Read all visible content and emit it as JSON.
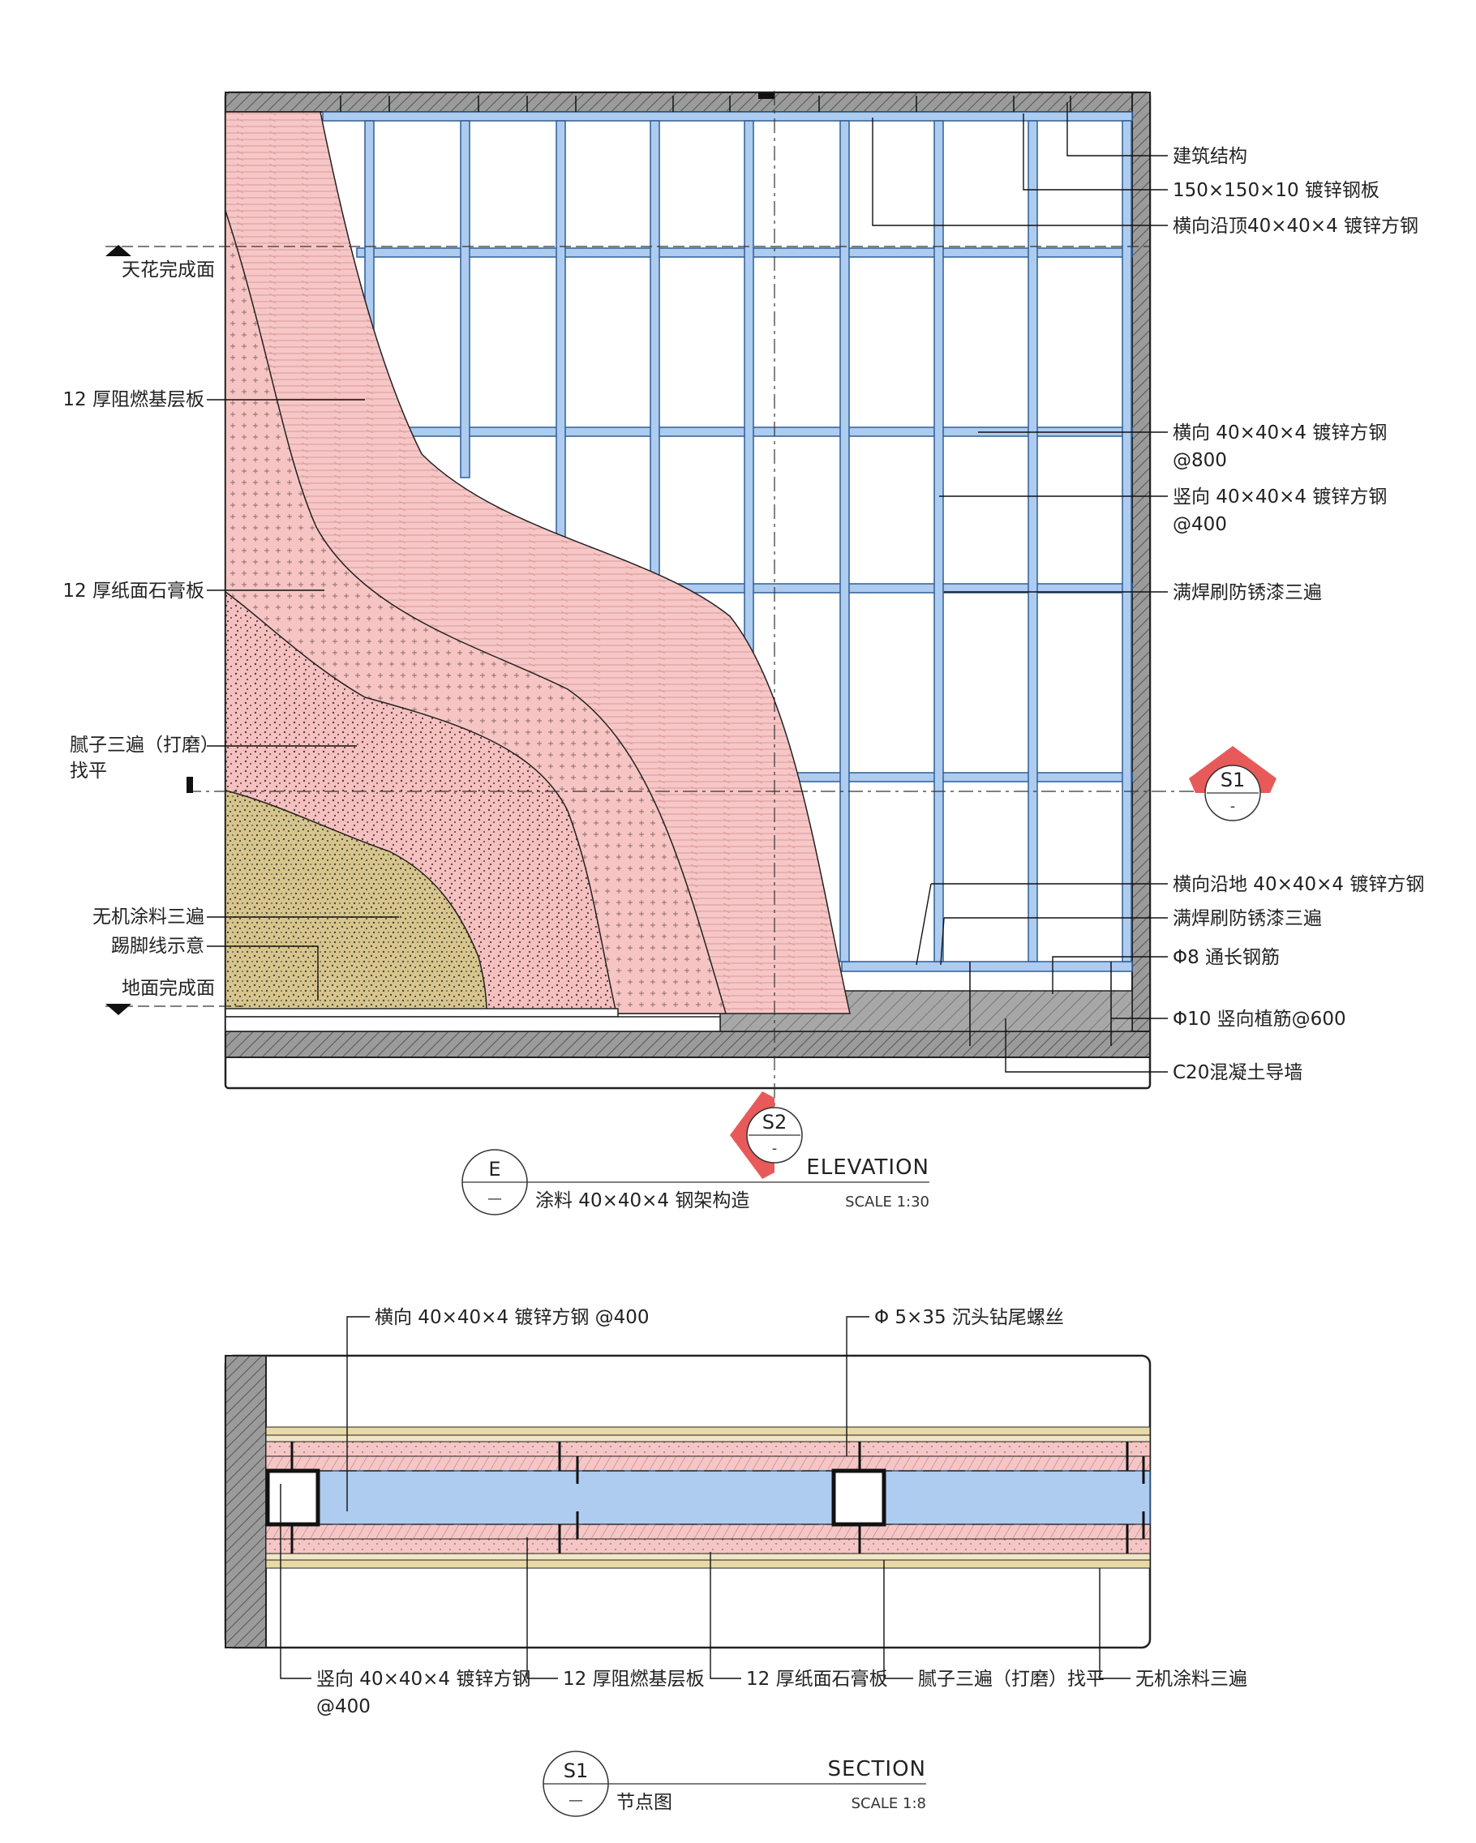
{
  "elevation": {
    "labels_right": {
      "structure": "建筑结构",
      "steel_plate": "150×150×10  镀锌钢板",
      "top_track": "横向沿顶40×40×4 镀锌方钢",
      "horizontal_steel": "横向 40×40×4 镀锌方钢",
      "horizontal_spacing": "@800",
      "vertical_steel": "竖向 40×40×4 镀锌方钢",
      "vertical_spacing": "@400",
      "welding": "满焊刷防锈漆三遍",
      "bottom_track": "横向沿地 40×40×4 镀锌方钢",
      "welding_bottom": "满焊刷防锈漆三遍",
      "rebar": "Φ8 通长钢筋",
      "anchor_rebar": "Φ10 竖向植筋@600",
      "concrete_wall": "C20混凝土导墙"
    },
    "labels_left": {
      "ceiling_finish": "天花完成面",
      "fire_board": "12 厚阻燃基层板",
      "gypsum_board": "12 厚纸面石膏板",
      "putty_line1": "腻子三遍（打磨）",
      "putty_line2": "找平",
      "paint": "无机涂料三遍",
      "skirting": "踢脚线示意",
      "floor_finish": "地面完成面"
    },
    "section_marks": {
      "s1_id": "S1",
      "s1_sub": "-",
      "s2_id": "S2",
      "s2_sub": "-"
    },
    "title_block": {
      "id": "E",
      "sub": "—",
      "name": "涂料 40×40×4 钢架构造",
      "kind": "ELEVATION",
      "scale": "SCALE 1:30"
    }
  },
  "section": {
    "labels_top": {
      "horizontal_steel": "横向 40×40×4 镀锌方钢 @400",
      "screw": "Φ 5×35  沉头钻尾螺丝"
    },
    "labels_bottom": {
      "vertical_steel": "竖向 40×40×4 镀锌方钢",
      "vertical_spacing": "@400",
      "fire_board": "12 厚阻燃基层板",
      "gypsum_board": "12 厚纸面石膏板",
      "putty": "腻子三遍（打磨）找平",
      "paint": "无机涂料三遍"
    },
    "title_block": {
      "id": "S1",
      "sub": "—",
      "name": "节点图",
      "kind": "SECTION",
      "scale": "SCALE 1:8"
    }
  },
  "colors": {
    "steel_blue": "#aecbf0",
    "steel_edge": "#2f5f96",
    "pink": "#f6c3c3",
    "beige_paint": "#d6c48a",
    "concrete": "#8a8a8a",
    "section_red": "#e85a5a"
  }
}
